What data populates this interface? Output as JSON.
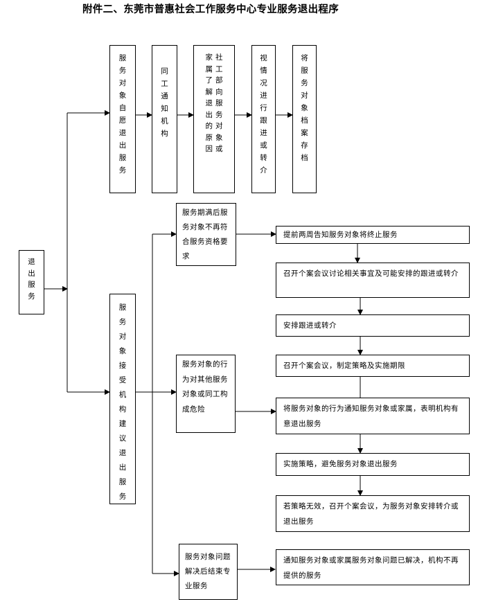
{
  "title": "附件二、东莞市普惠社会工作服务中心专业服务退出程序",
  "start": "退出服务",
  "voluntary_path": [
    "服务对象自愿退出服务",
    "同工通知机构",
    "社工部向服务对象或家属了解退出的原因",
    "视情况进行跟进或转介",
    "将服务对象档案存档"
  ],
  "agency_advised": "服务对象接受机构建议退出服务",
  "conditions": {
    "c1": "服务期满后服务对象不再符合服务资格要求",
    "c2": "服务对象的行为对其他服务对象或同工构成危险",
    "c3": "服务对象问题解决后结束专业服务"
  },
  "steps": [
    "提前两周告知服务对象将终止服务",
    "召开个案会议讨论相关事宜及可能安排的跟进或转介",
    "安排跟进或转介",
    "召开个案会议，制定策略及实施期限",
    "将服务对象的行为通知服务对象或家属，表明机构有意退出服务",
    "实施策略，避免服务对象退出服务",
    "若策略无效，召开个案会议，为服务对象安排转介或退出服务",
    "通知服务对象或家属服务对象问题已解决，机构不再提供的服务"
  ]
}
